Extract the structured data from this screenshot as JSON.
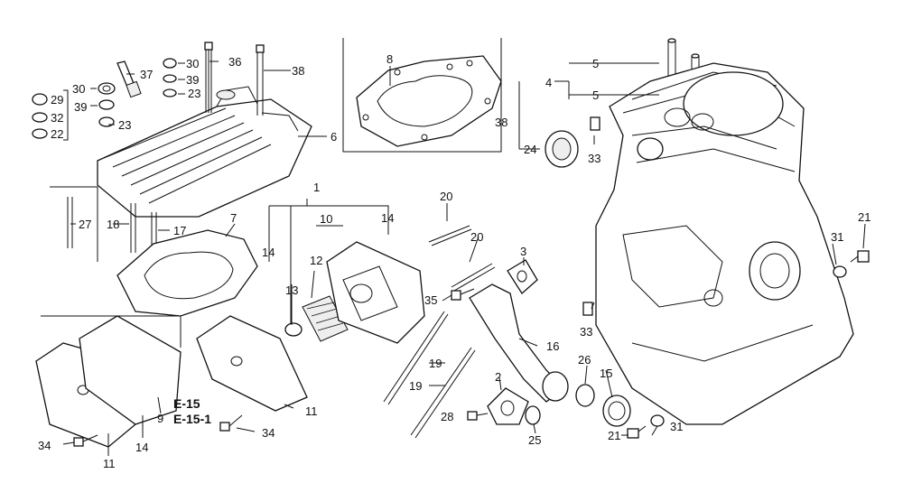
{
  "callouts": {
    "c1": "1",
    "c2": "2",
    "c3": "3",
    "c4": "4",
    "c5a": "5",
    "c5b": "5",
    "c6": "6",
    "c7": "7",
    "c8": "8",
    "c9": "9",
    "c10": "10",
    "c11a": "11",
    "c11b": "11",
    "c12": "12",
    "c13": "13",
    "c14a": "14",
    "c14b": "14",
    "c14c": "14",
    "c15": "15",
    "c16": "16",
    "c17": "17",
    "c18": "18",
    "c19a": "19",
    "c19b": "19",
    "c20a": "20",
    "c20b": "20",
    "c21a": "21",
    "c21b": "21",
    "c22": "22",
    "c23a": "23",
    "c23b": "23",
    "c24": "24",
    "c25": "25",
    "c26": "26",
    "c27": "27",
    "c28": "28",
    "c29": "29",
    "c30a": "30",
    "c30b": "30",
    "c31a": "31",
    "c31b": "31",
    "c32": "32",
    "c33a": "33",
    "c33b": "33",
    "c34a": "34",
    "c34b": "34",
    "c35": "35",
    "c36": "36",
    "c37": "37",
    "c38a": "38",
    "c38b": "38",
    "c39a": "39",
    "c39b": "39"
  },
  "references": {
    "ref1": "E-15",
    "ref2": "E-15-1"
  }
}
